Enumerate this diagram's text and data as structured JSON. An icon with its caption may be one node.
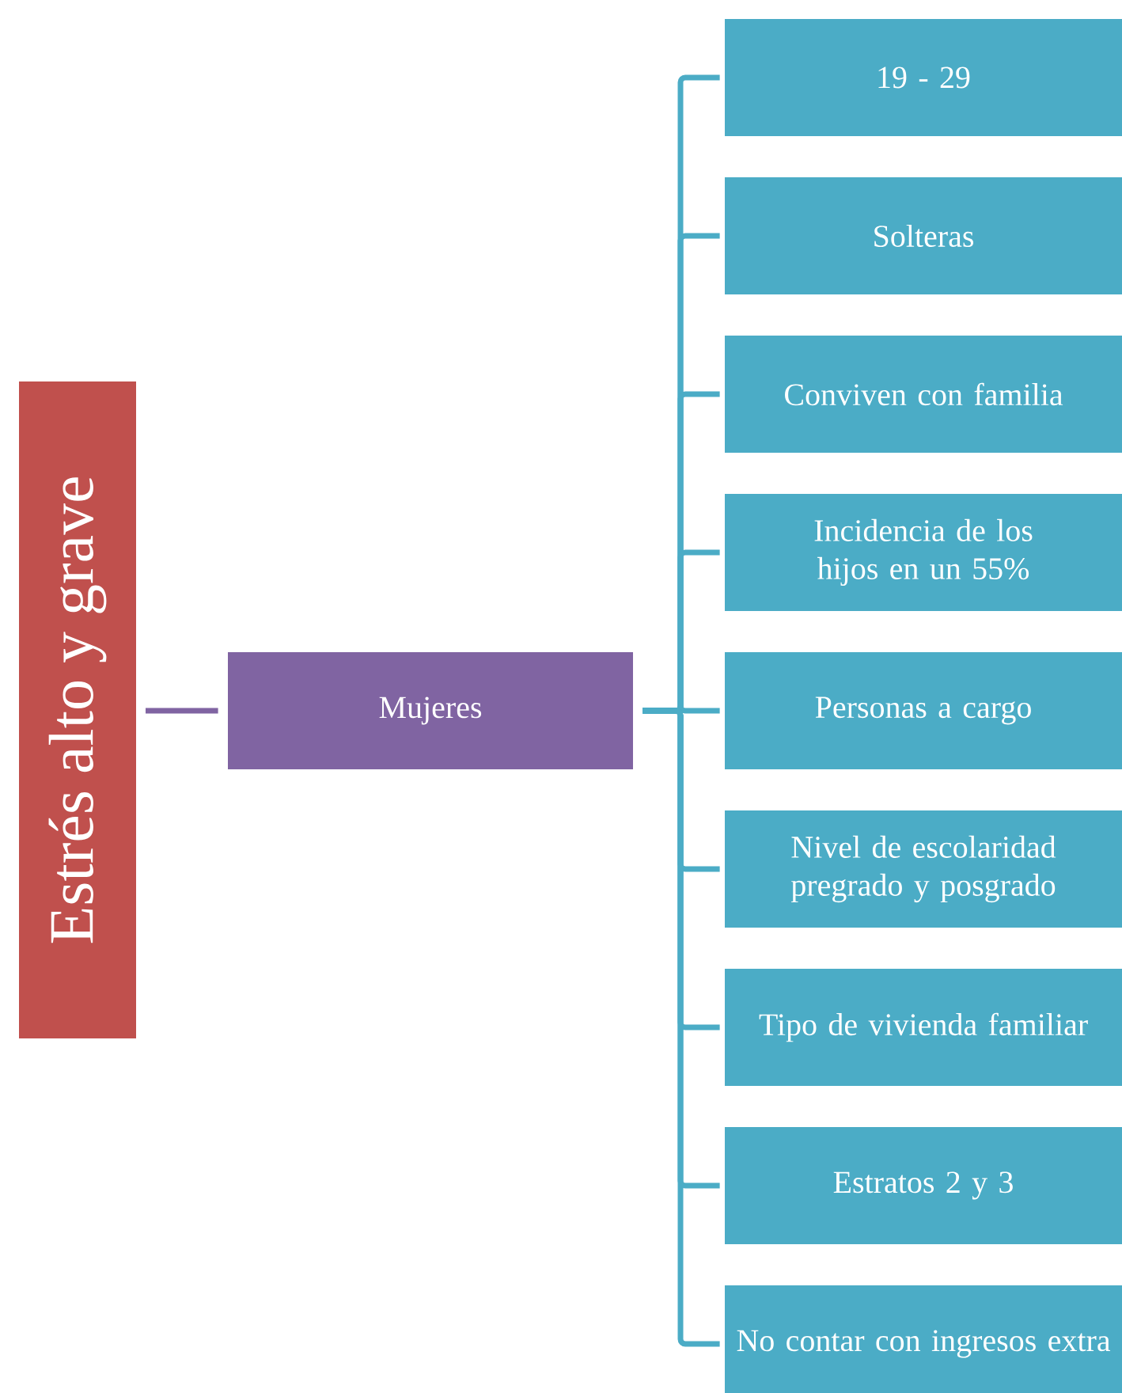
{
  "diagram": {
    "nodes": [
      {
        "text": [
          "Estrés alto y grave"
        ]
      },
      {
        "text": [
          "Mujeres"
        ]
      },
      {
        "text": [
          "19 - 29"
        ]
      },
      {
        "text": [
          "Solteras"
        ]
      },
      {
        "text": [
          "Conviven con familia"
        ]
      },
      {
        "text": [
          "Incidencia de los hijos en un 55%"
        ]
      },
      {
        "text": [
          "Personas a cargo"
        ]
      },
      {
        "text": [
          "Nivel de escolaridad pregrado y posgrado"
        ]
      },
      {
        "text": [
          "Tipo de vivienda familiar"
        ]
      },
      {
        "text": [
          "Estratos 2 y 3"
        ]
      },
      {
        "text": [
          "No contar con ingresos extra"
        ]
      }
    ],
    "edges": [
      {
        "from": 0,
        "to": 1,
        "arrow": "none",
        "color": "#8064a2"
      },
      {
        "from": 1,
        "to": 2,
        "arrow": "none"
      },
      {
        "from": 1,
        "to": 3,
        "arrow": "none"
      },
      {
        "from": 1,
        "to": 4,
        "arrow": "none"
      },
      {
        "from": 1,
        "to": 5,
        "arrow": "none"
      },
      {
        "from": 1,
        "to": 6,
        "arrow": "none"
      },
      {
        "from": 1,
        "to": 7,
        "arrow": "none"
      },
      {
        "from": 1,
        "to": 8,
        "arrow": "none"
      },
      {
        "from": 1,
        "to": 9,
        "arrow": "none"
      },
      {
        "from": 1,
        "to": 10,
        "arrow": "none"
      }
    ]
  }
}
